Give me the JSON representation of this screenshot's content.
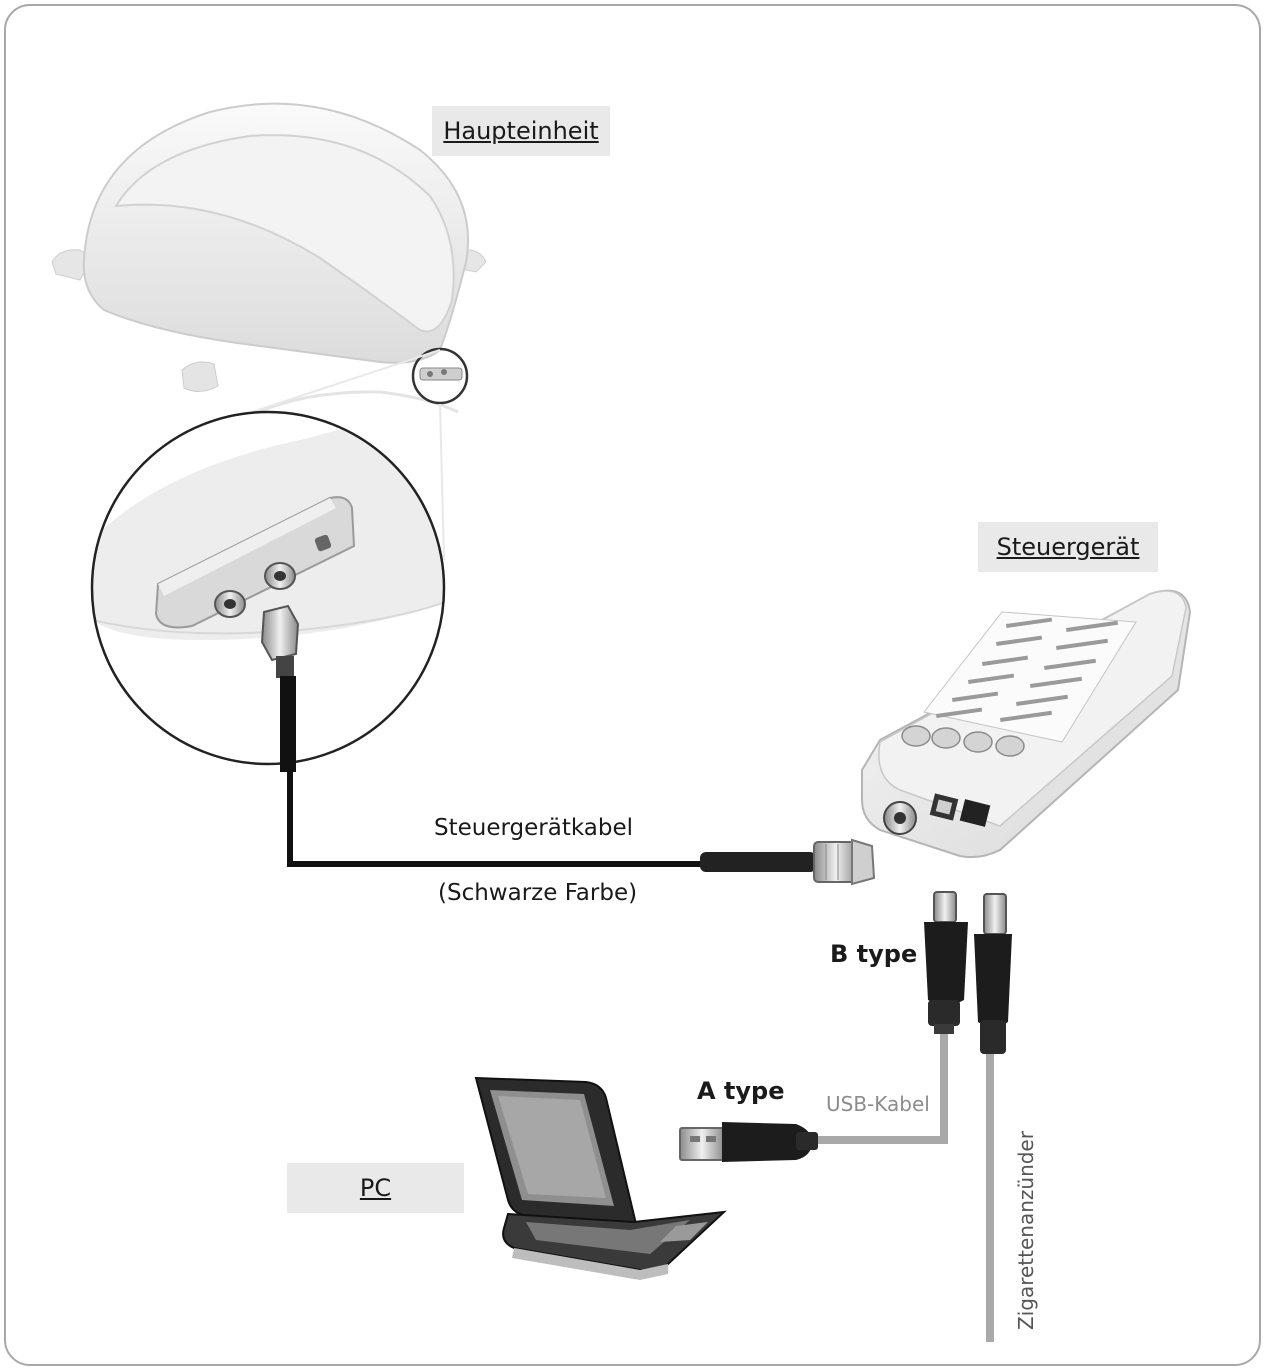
{
  "labels": {
    "main_unit": "Haupteinheit",
    "control_unit": "Steuergerät",
    "control_cable": "Steuergerätkabel",
    "control_cable_color": "(Schwarze Farbe)",
    "b_type": "B type",
    "a_type": "A type",
    "usb_cable": "USB-Kabel",
    "pc": "PC",
    "cigarette_lighter": "Zigarettenanzünder"
  },
  "colors": {
    "frame_border": "#a8a8a8",
    "tag_background": "#e9e9e9",
    "coax_cable": "#111111",
    "usb_cable": "#a9a9a9",
    "device_body": "#eeeeee"
  }
}
